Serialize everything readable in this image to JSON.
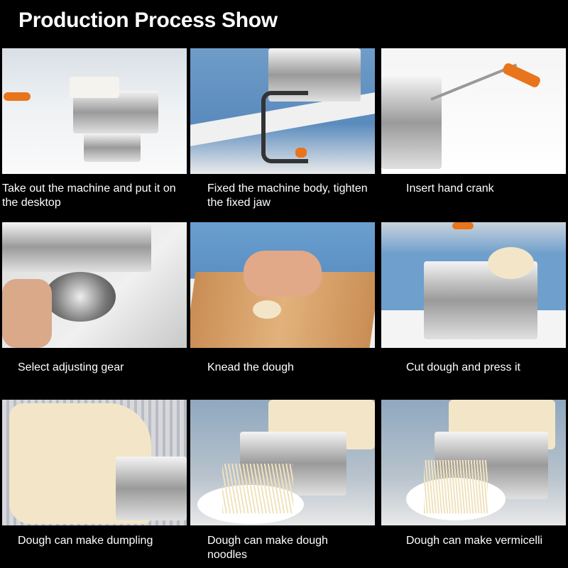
{
  "title": "Production Process Show",
  "steps": [
    {
      "caption": "Take out the machine and put it on the desktop"
    },
    {
      "caption": "Fixed the machine body, tighten the fixed jaw"
    },
    {
      "caption": "Insert hand crank"
    },
    {
      "caption": "Select adjusting gear"
    },
    {
      "caption": "Knead the dough"
    },
    {
      "caption": "Cut dough and press it"
    },
    {
      "caption": "Dough can make dumpling"
    },
    {
      "caption": "Dough can make dough noodles"
    },
    {
      "caption": "Dough can make vermicelli"
    }
  ]
}
